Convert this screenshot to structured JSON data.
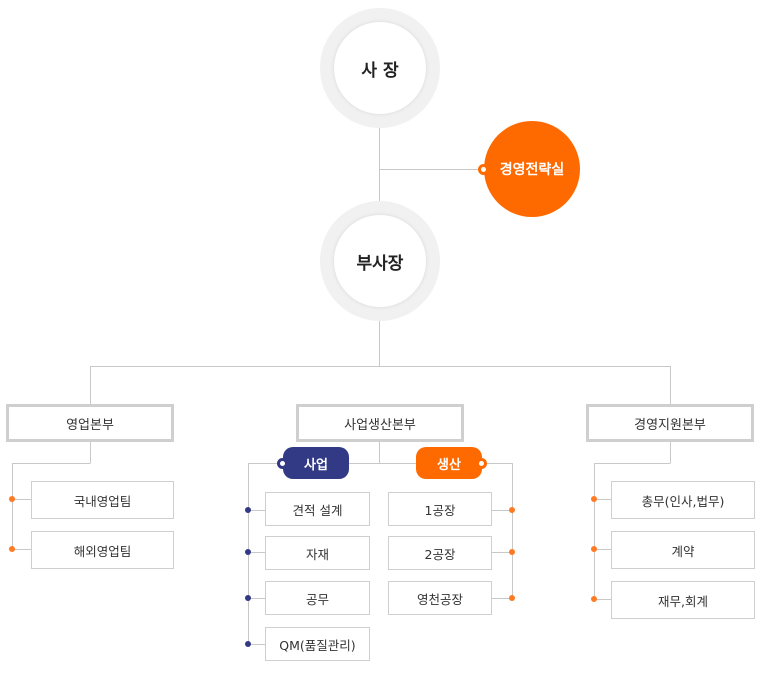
{
  "top": {
    "ceo": "사 장",
    "strategy_office": "경영전략실",
    "vice_president": "부사장"
  },
  "divisions": {
    "sales": {
      "label": "영업본부",
      "teams": [
        "국내영업팀",
        "해외영업팀"
      ]
    },
    "business_production": {
      "label": "사업생산본부",
      "business": {
        "label": "사업",
        "teams": [
          "견적 설계",
          "자재",
          "공무",
          "QM(품질관리)"
        ]
      },
      "production": {
        "label": "생산",
        "teams": [
          "1공장",
          "2공장",
          "영천공장"
        ]
      }
    },
    "support": {
      "label": "경영지원본부",
      "teams": [
        "총무(인사,법무)",
        "계약",
        "재무,회계"
      ]
    }
  },
  "colors": {
    "accent_orange": "#ff6a00",
    "accent_navy": "#333a85",
    "line_gray": "#c8c8c8",
    "box_border": "#cfcfcf"
  }
}
